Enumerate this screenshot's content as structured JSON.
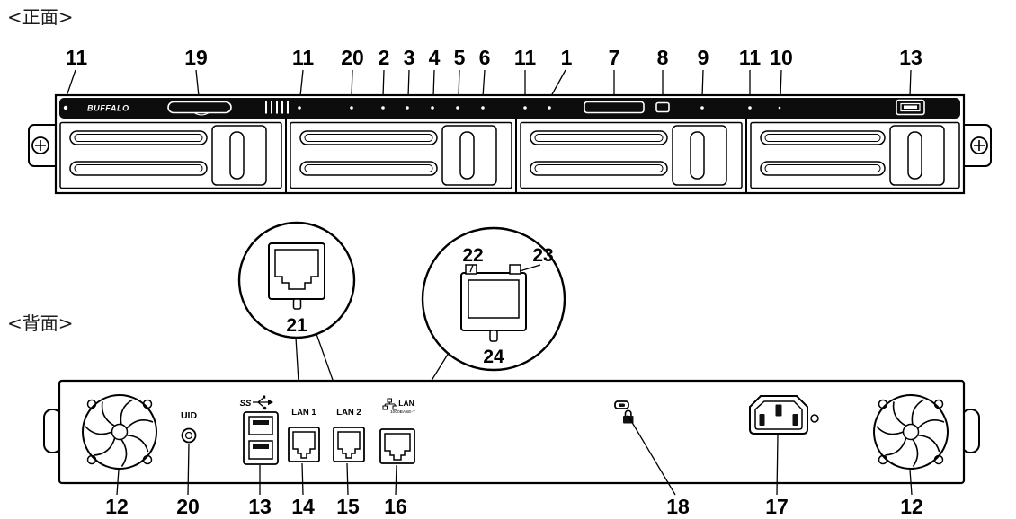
{
  "sections": {
    "front_label": "<正面>",
    "rear_label": "<背面>"
  },
  "front_callout_numbers": [
    "11",
    "19",
    "11",
    "20",
    "2",
    "3",
    "4",
    "5",
    "6",
    "11",
    "1",
    "7",
    "8",
    "9",
    "11",
    "10",
    "13"
  ],
  "rear_callout_numbers": [
    "12",
    "20",
    "13",
    "14",
    "15",
    "16",
    "18",
    "17",
    "12"
  ],
  "detail_callouts": {
    "lan_port_clip": "21",
    "led_left": "22",
    "led_right": "23",
    "plug_clip": "24"
  },
  "front_panel": {
    "brand": "BUFFALO"
  },
  "rear_panel": {
    "uid_button_label": "UID",
    "usb_logo": "SS",
    "lan1_label": "LAN 1",
    "lan2_label": "LAN 2",
    "lan3_label": "LAN",
    "lan3_speed_label": "1000BASE-T"
  }
}
